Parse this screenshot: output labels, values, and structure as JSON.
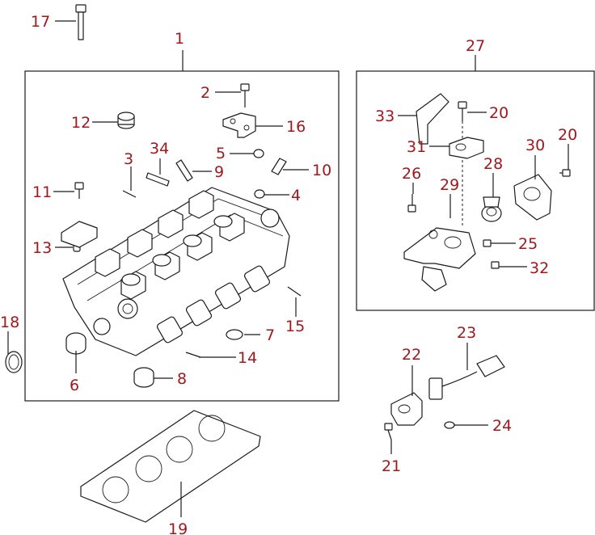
{
  "callouts": {
    "n1": "1",
    "n2": "2",
    "n3": "3",
    "n4": "4",
    "n5": "5",
    "n6": "6",
    "n7": "7",
    "n8": "8",
    "n9": "9",
    "n10": "10",
    "n11": "11",
    "n12": "12",
    "n13": "13",
    "n14": "14",
    "n15": "15",
    "n16": "16",
    "n17": "17",
    "n18": "18",
    "n19": "19",
    "n20a": "20",
    "n20b": "20",
    "n21": "21",
    "n22": "22",
    "n23": "23",
    "n24": "24",
    "n25": "25",
    "n26": "26",
    "n27": "27",
    "n28": "28",
    "n29": "29",
    "n30": "30",
    "n31": "31",
    "n32": "32",
    "n33": "33",
    "n34": "34"
  },
  "colors": {
    "callout": "#a0181c",
    "line": "#1a1a1a"
  }
}
